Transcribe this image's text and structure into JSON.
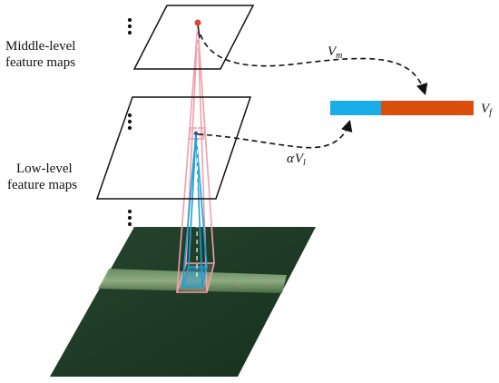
{
  "labels": {
    "middle_level": {
      "line1": "Middle-level",
      "line2": "feature maps"
    },
    "low_level": {
      "line1": "Low-level",
      "line2": "feature maps"
    }
  },
  "vectors": {
    "vm": {
      "base": "V",
      "sub": "m"
    },
    "vl": {
      "coef": "α",
      "base": "V",
      "sub": "l"
    },
    "vf": {
      "base": "V",
      "sub": "f"
    }
  },
  "colors": {
    "blue_segment": "#18aee8",
    "orange_segment": "#d94e0c",
    "pink_pyramid": "#f0a0aa",
    "blue_pyramid": "#1aa0d8",
    "point_dot": "#d9463a",
    "image_background": "#1e3a26"
  },
  "icons": [
    "vertical-ellipsis-icon"
  ]
}
